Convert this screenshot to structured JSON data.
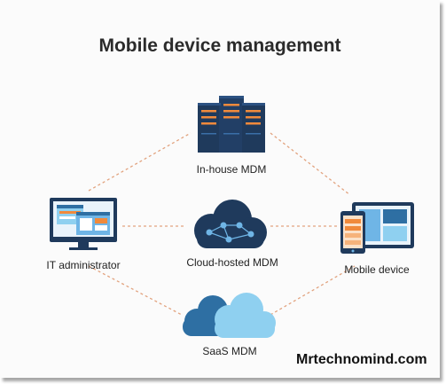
{
  "title": "Mobile device management",
  "nodes": {
    "inhouse": {
      "label": "In-house MDM",
      "icon": "server-rack-icon"
    },
    "cloud": {
      "label": "Cloud-hosted MDM",
      "icon": "cloud-network-icon"
    },
    "saas": {
      "label": "SaaS MDM",
      "icon": "cloud-icon"
    },
    "admin": {
      "label": "IT administrator",
      "icon": "desktop-monitor-icon"
    },
    "mobile": {
      "label": "Mobile device",
      "icon": "tablet-phone-icon"
    }
  },
  "watermark": "Mrtechnomind.com",
  "colors": {
    "dark_blue": "#1f3a5c",
    "mid_blue": "#2e6fa3",
    "light_blue": "#6fb5e6",
    "sky_blue": "#8fd0f0",
    "accent_orange": "#f08a3c",
    "dash_line": "#e2a37f"
  }
}
